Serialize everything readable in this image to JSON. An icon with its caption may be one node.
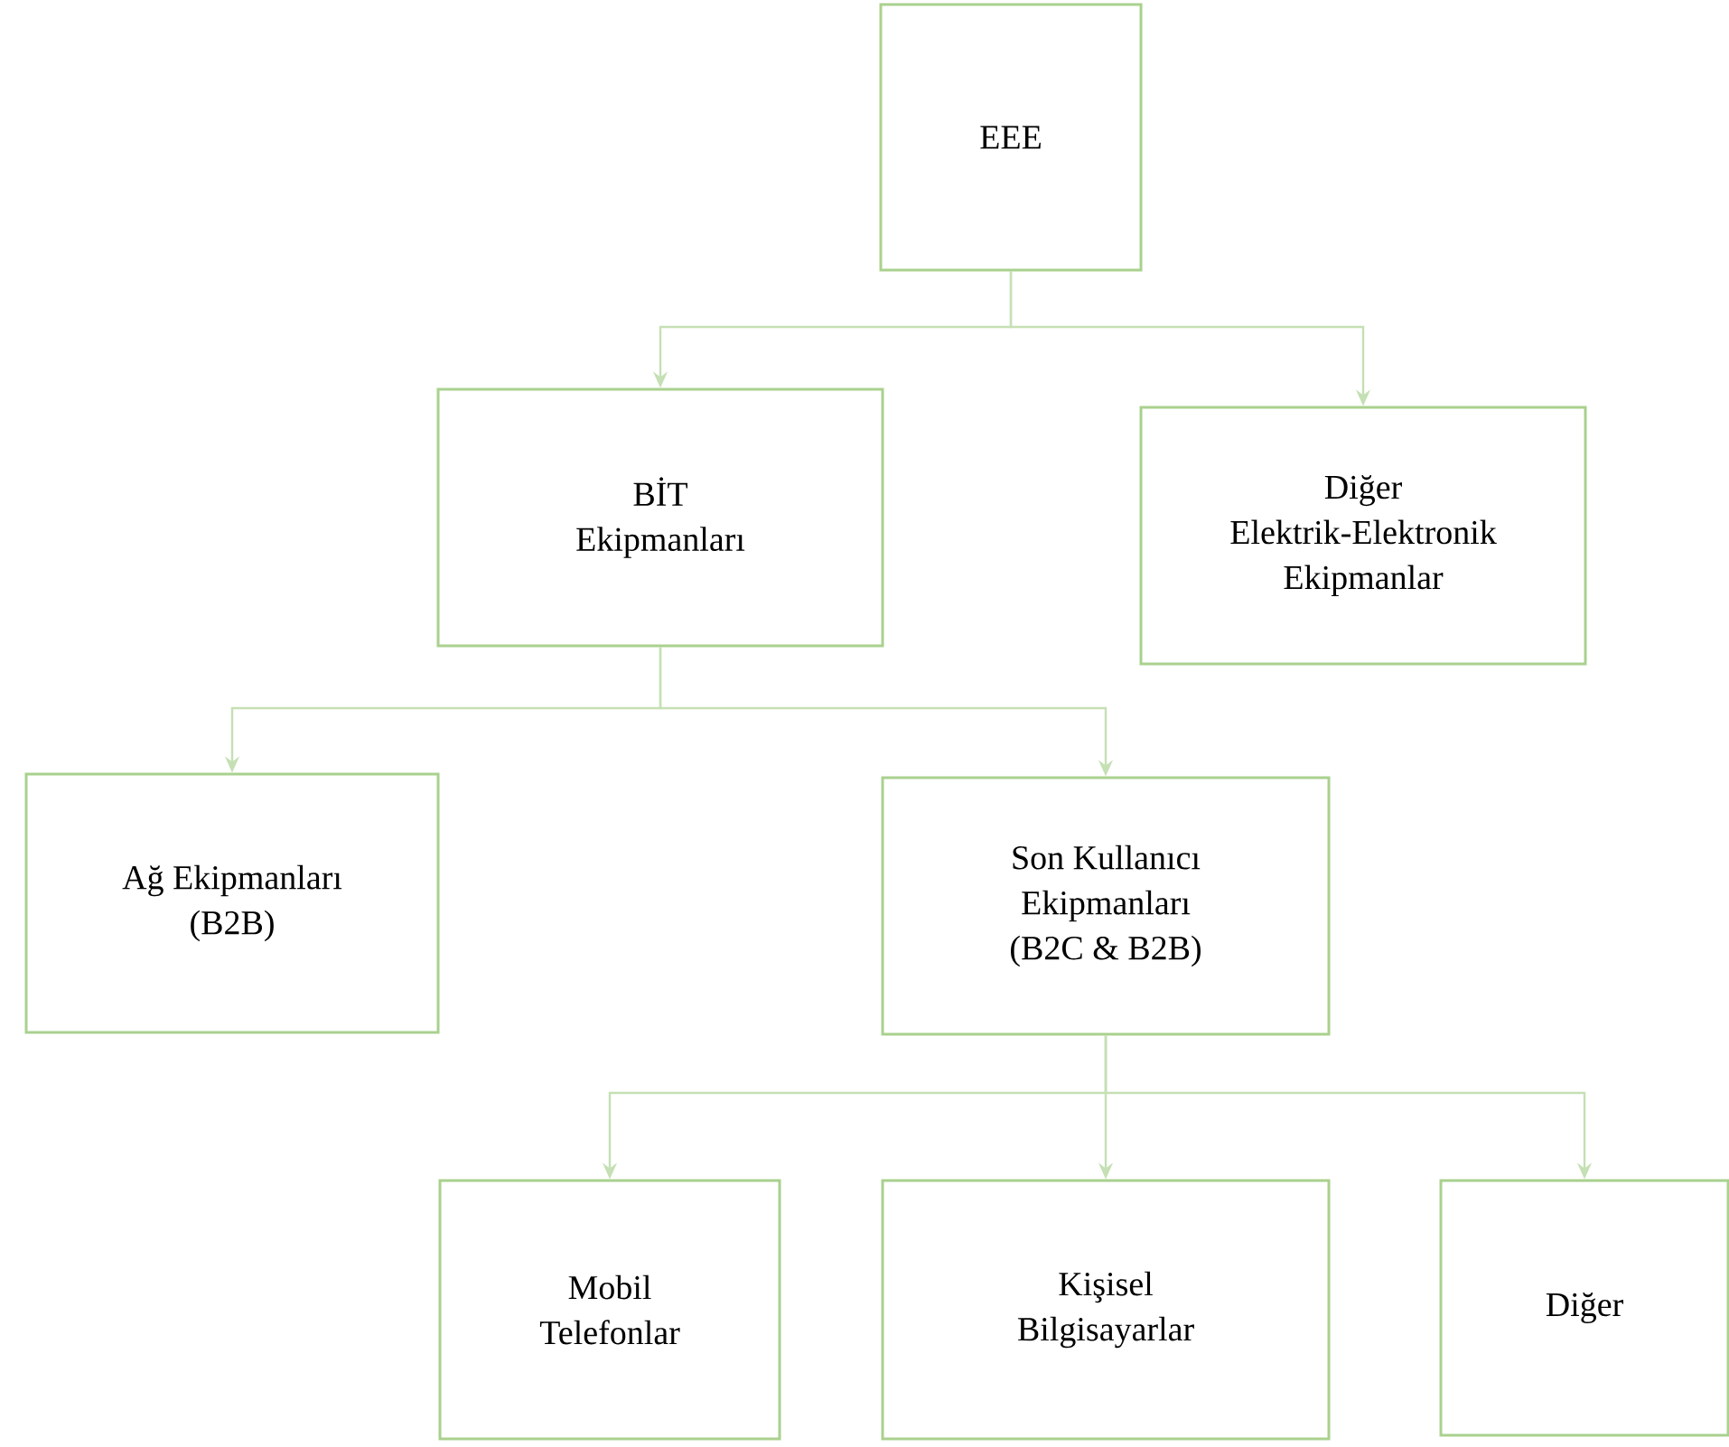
{
  "diagram": {
    "nodes": [
      {
        "text": [
          "EEE"
        ]
      },
      {
        "text": [
          "BİT Ekipmanları"
        ]
      },
      {
        "text": [
          "Diğer Elektrik-Elektronik Ekipmanlar"
        ]
      },
      {
        "text": [
          "Ağ Ekipmanları (B2B)"
        ]
      },
      {
        "text": [
          "Son Kullanıcı Ekipmanları (B2C & B2B)"
        ]
      },
      {
        "text": [
          "Mobil Telefonlar"
        ]
      },
      {
        "text": [
          "Kişisel Bilgisayarlar"
        ]
      },
      {
        "text": [
          "Diğer"
        ]
      }
    ],
    "edges": [
      {
        "from": 0,
        "to": 1,
        "arrow": "to"
      },
      {
        "from": 0,
        "to": 2,
        "arrow": "to"
      },
      {
        "from": 1,
        "to": 3,
        "arrow": "to"
      },
      {
        "from": 1,
        "to": 4,
        "arrow": "to"
      },
      {
        "from": 4,
        "to": 5,
        "arrow": "to"
      },
      {
        "from": 4,
        "to": 6,
        "arrow": "to"
      },
      {
        "from": 4,
        "to": 7,
        "arrow": "to"
      }
    ]
  }
}
